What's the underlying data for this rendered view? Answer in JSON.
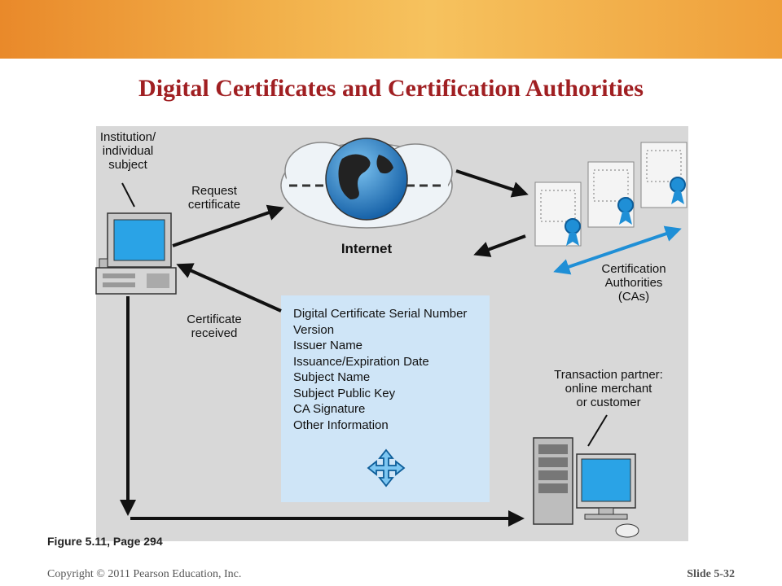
{
  "slide": {
    "title": "Digital Certificates and Certification Authorities",
    "caption": "Figure 5.11, Page 294",
    "copyright": "Copyright © 2011 Pearson Education, Inc.",
    "slide_number": "Slide 5-32",
    "accent_color": "#a01f22",
    "banner_color": "#f2a53f"
  },
  "diagram": {
    "subject_label": [
      "Institution/",
      "individual",
      "subject"
    ],
    "request_label": [
      "Request",
      "certificate"
    ],
    "internet_label": "Internet",
    "received_label": [
      "Certificate",
      "received"
    ],
    "ca_label": [
      "Certification",
      "Authorities",
      "(CAs)"
    ],
    "partner_label": [
      "Transaction partner:",
      "online merchant",
      "or customer"
    ],
    "certificate_fields": [
      "Digital Certificate Serial Number",
      "Version",
      "Issuer Name",
      "Issuance/Expiration Date",
      "Subject Name",
      "Subject Public Key",
      "CA Signature",
      "Other Information"
    ]
  }
}
